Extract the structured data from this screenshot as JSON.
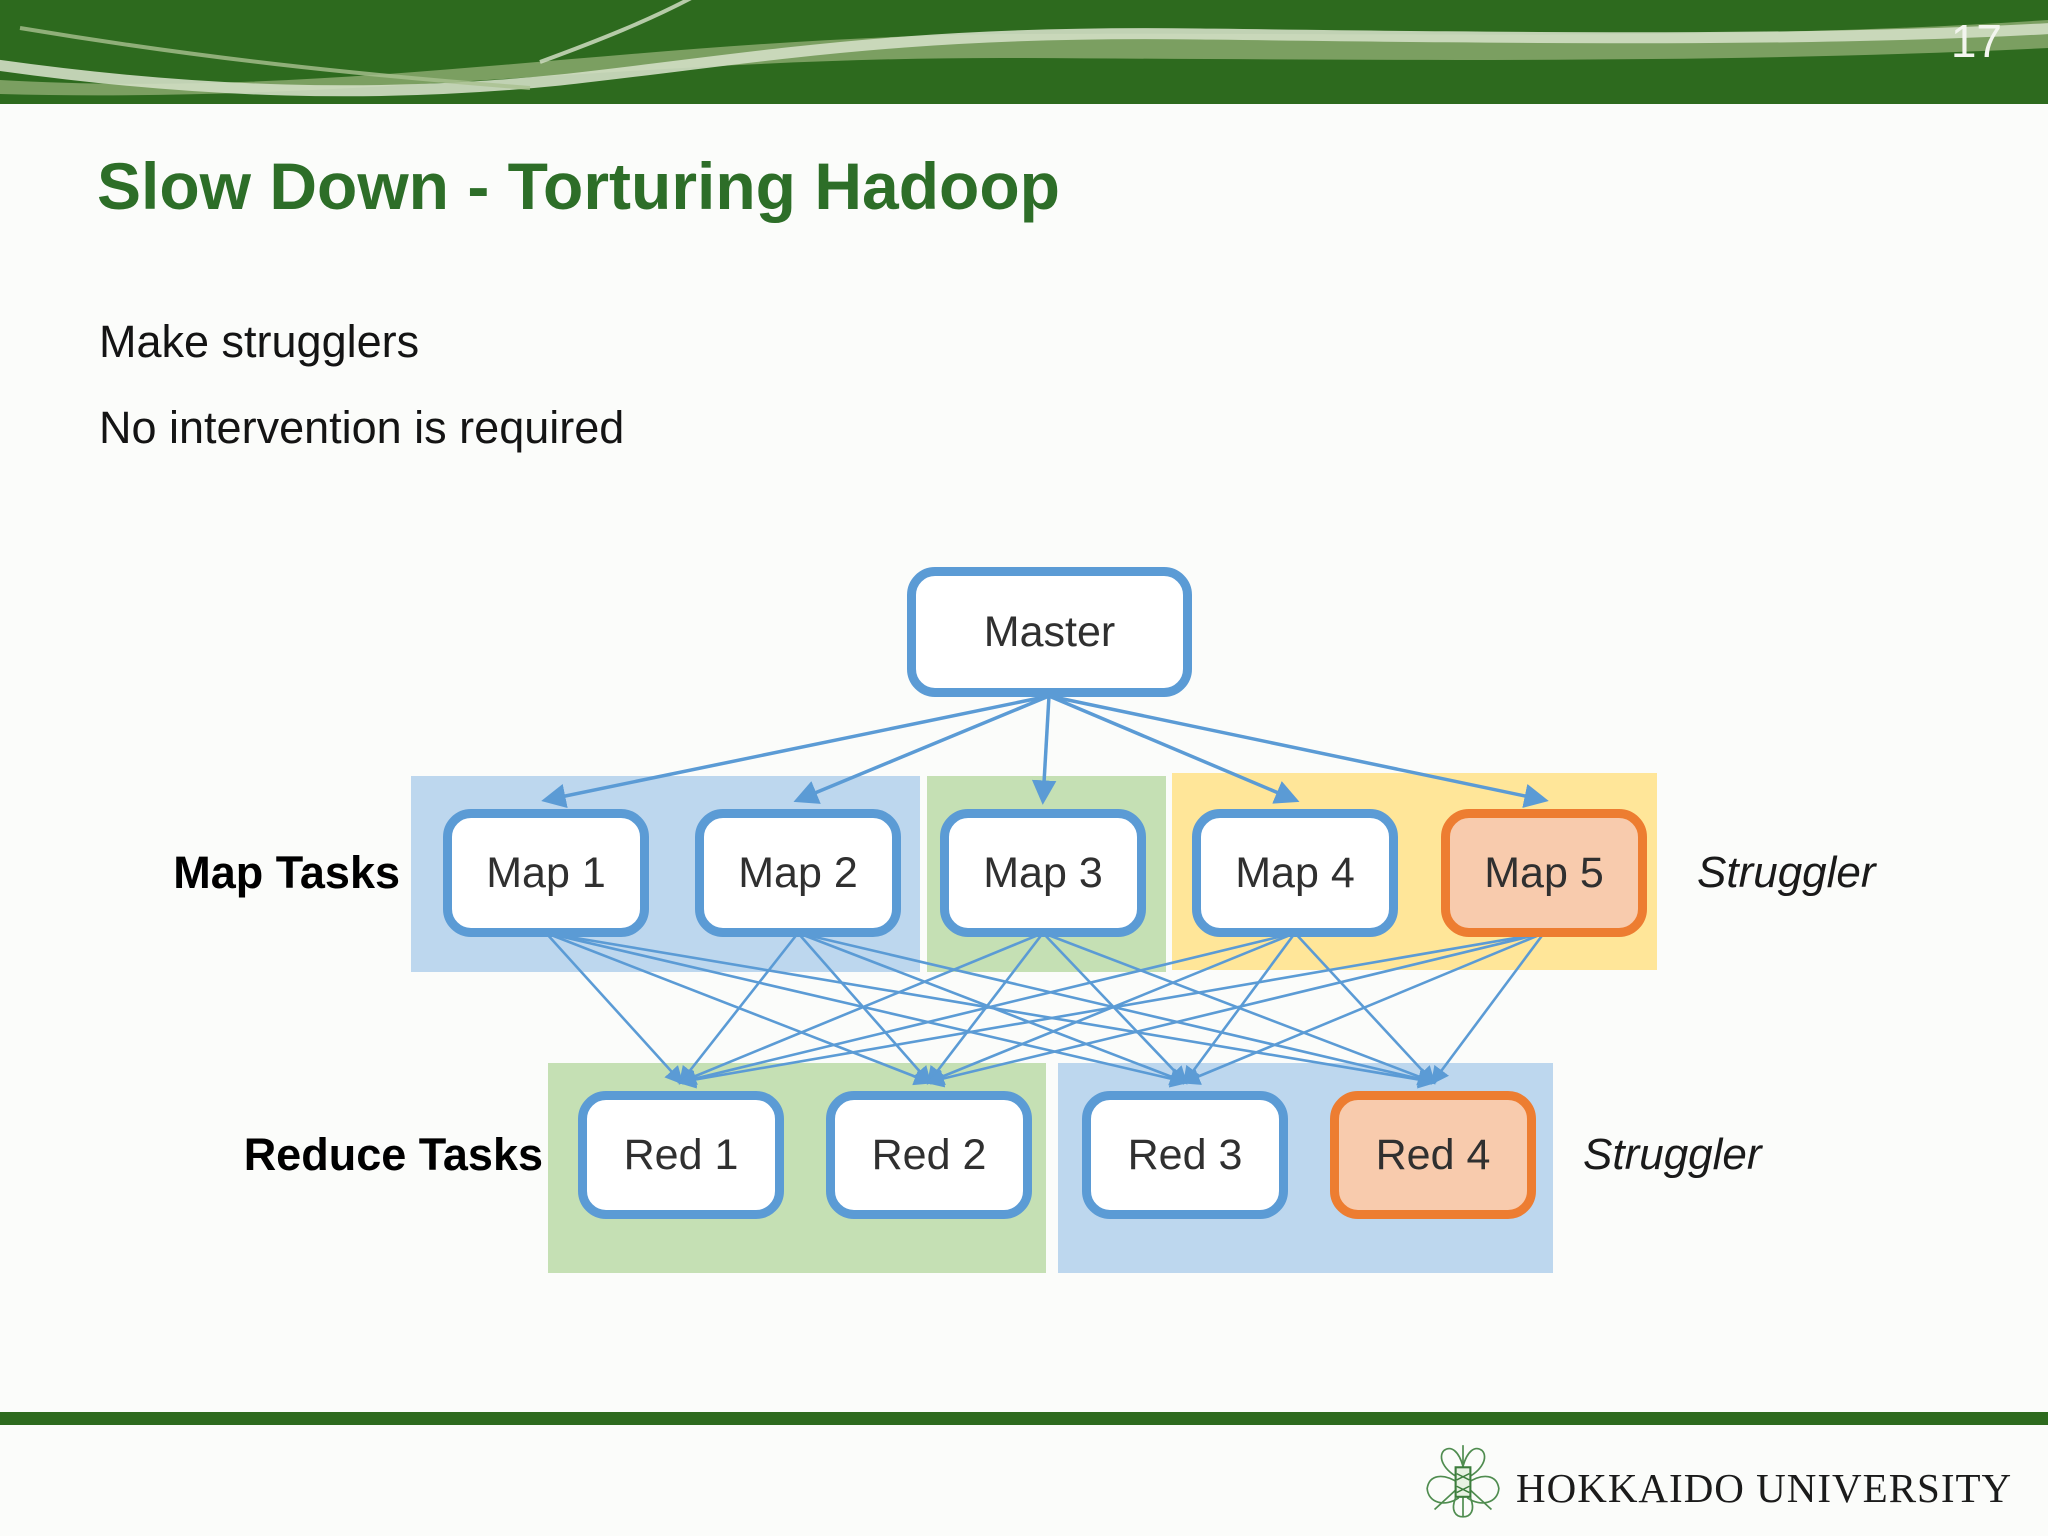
{
  "header": {
    "page_number": "17"
  },
  "title": "Slow Down - Torturing Hadoop",
  "body": {
    "line1": "Make strugglers",
    "line2": "No intervention is required"
  },
  "diagram": {
    "master_label": "Master",
    "map_row_label": "Map Tasks",
    "reduce_row_label": "Reduce Tasks",
    "map_straggler_note": "Struggler",
    "reduce_straggler_note": "Struggler",
    "map_tasks": [
      {
        "label": "Map 1",
        "straggler": false
      },
      {
        "label": "Map 2",
        "straggler": false
      },
      {
        "label": "Map 3",
        "straggler": false
      },
      {
        "label": "Map 4",
        "straggler": false
      },
      {
        "label": "Map 5",
        "straggler": true
      }
    ],
    "reduce_tasks": [
      {
        "label": "Red 1",
        "straggler": false
      },
      {
        "label": "Red 2",
        "straggler": false
      },
      {
        "label": "Red 3",
        "straggler": false
      },
      {
        "label": "Red 4",
        "straggler": true
      }
    ],
    "edges": {
      "from_master": [
        "Map 1",
        "Map 2",
        "Map 3",
        "Map 4",
        "Map 5"
      ],
      "map_to_reduce": "all-to-all: every Map task sends to every Reduce task"
    },
    "colors": {
      "node_border_blue": "#5b9bd5",
      "straggler_border_orange": "#ed7d31",
      "straggler_fill_orange": "#f8cbad",
      "group_blue": "#bdd7ee",
      "group_green": "#c5e0b4",
      "group_yellow": "#ffe699",
      "arrow_blue": "#5b9bd5",
      "theme_green": "#2d6a1e"
    }
  },
  "footer": {
    "university_name": "HOKKAIDO UNIVERSITY",
    "logo": "hokkaido-university-crest"
  }
}
